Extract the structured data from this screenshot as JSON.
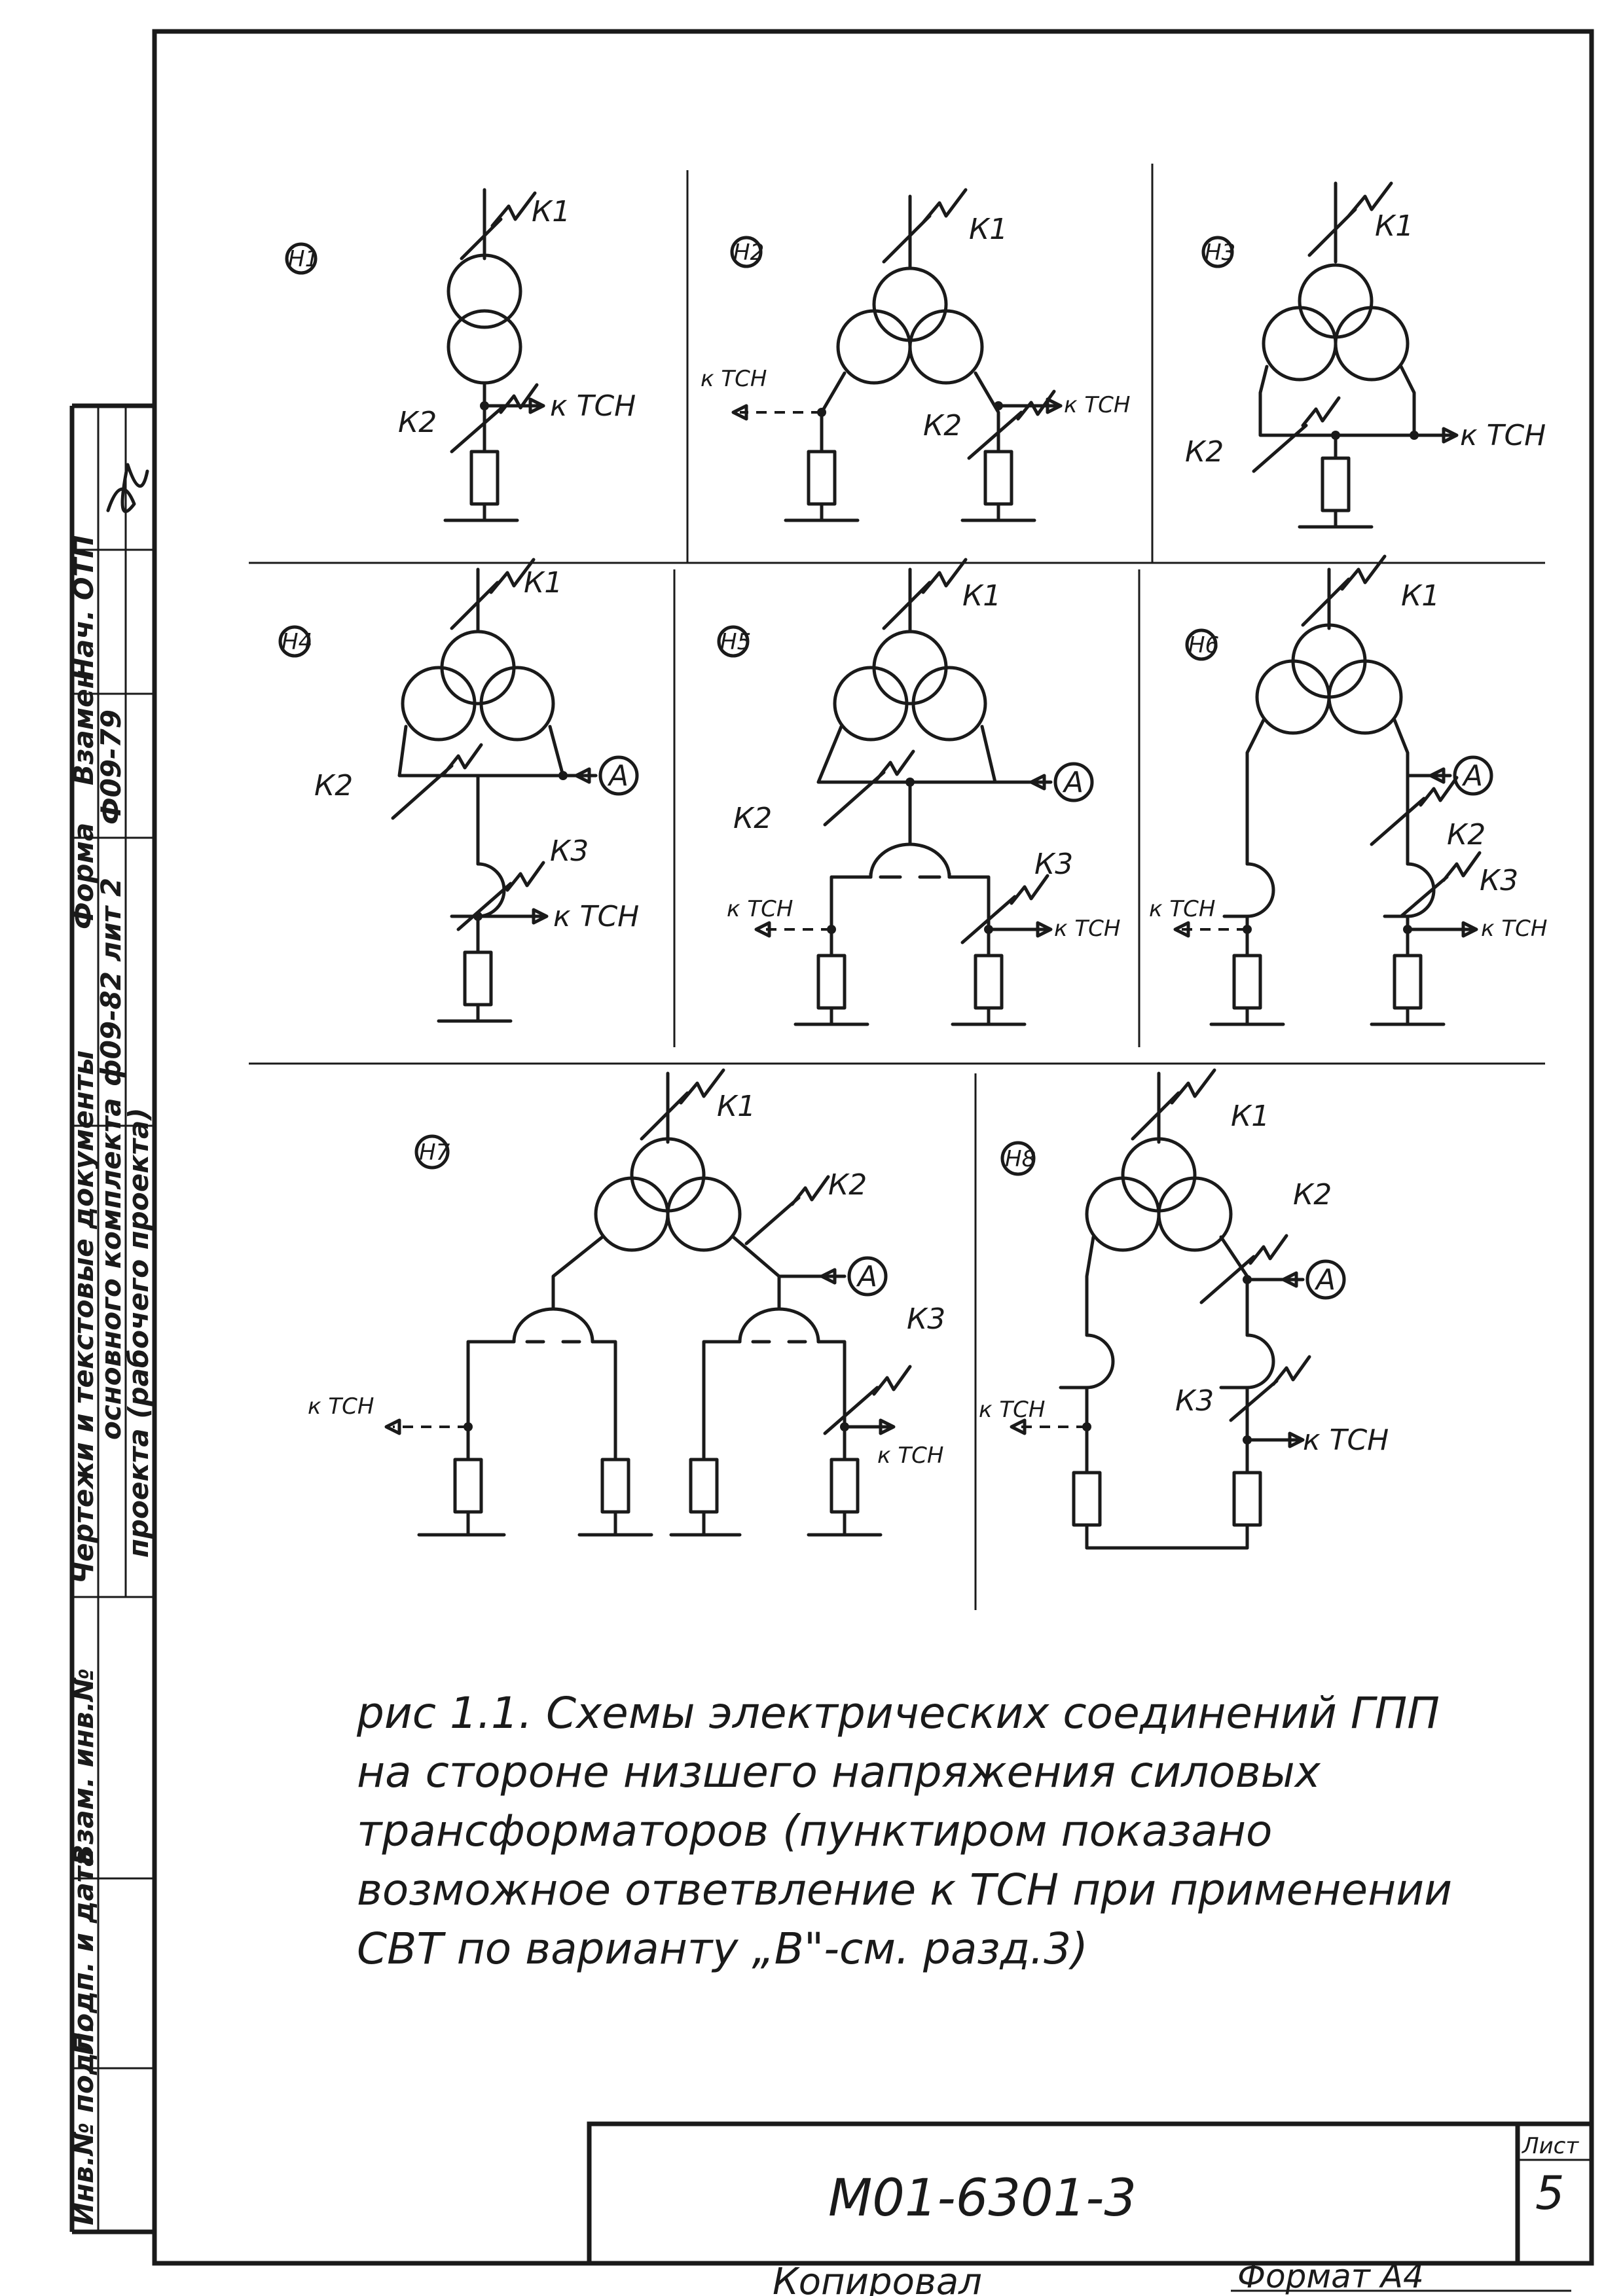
{
  "side_strip": {
    "col1": [
      "Инв.№ подл.",
      "Подп. и дата",
      "Взам. инв.№",
      "Чертежи и текстовые документы",
      "Форма",
      "Взамен",
      "Нач. ОТП"
    ],
    "col2": [
      "основного комплекта",
      "ф09-82 лит 2",
      "Ф09-79"
    ],
    "col3": [
      "проекта (рабочего проекта)"
    ]
  },
  "schemes": [
    {
      "id": "H1",
      "labels": [
        "К1",
        "К2",
        "к ТСН"
      ]
    },
    {
      "id": "H2",
      "labels": [
        "К1",
        "К2",
        "к ТСН",
        "к ТСН"
      ]
    },
    {
      "id": "H3",
      "labels": [
        "К1",
        "К2",
        "к ТСН"
      ]
    },
    {
      "id": "H4",
      "labels": [
        "К1",
        "К2",
        "К3",
        "к ТСН",
        "А"
      ]
    },
    {
      "id": "H5",
      "labels": [
        "К1",
        "К2",
        "К3",
        "к ТСН",
        "к ТСН",
        "А"
      ]
    },
    {
      "id": "H6",
      "labels": [
        "К1",
        "К2",
        "К3",
        "к ТСН",
        "к ТСН",
        "А"
      ]
    },
    {
      "id": "H7",
      "labels": [
        "К1",
        "К2",
        "К3",
        "к ТСН",
        "к ТСН",
        "А"
      ]
    },
    {
      "id": "H8",
      "labels": [
        "К1",
        "К2",
        "К3",
        "к ТСН",
        "к ТСН",
        "А"
      ]
    }
  ],
  "caption": [
    "рис 1.1. Схемы электрических соединений ГПП",
    "на стороне низшего напряжения силовых",
    "трансформаторов (пунктиром показано",
    "возможное ответвление к ТСН при применении",
    "СВТ по варианту „В\"-см. разд.3)"
  ],
  "title_block": {
    "doc_code": "М01-6301-3",
    "sheet_label": "Лист",
    "sheet_number": "5"
  },
  "footer": {
    "copied": "Копировал",
    "format": "Формат А4"
  }
}
